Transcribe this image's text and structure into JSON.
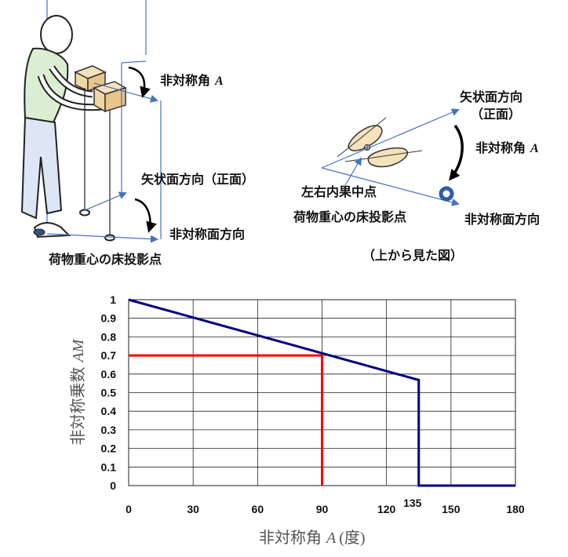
{
  "left_figure": {
    "asymmetry_angle_label": "非対称角",
    "angle_symbol": "A",
    "sagittal_label": "矢状面方向（正面）",
    "asymmetric_plane_label": "非対称面方向",
    "load_projection_label": "荷物重心の床投影点"
  },
  "right_figure": {
    "sagittal_label_line1": "矢状面方向",
    "sagittal_label_line2": "（正面）",
    "asymmetry_angle_label": "非対称角",
    "angle_symbol": "A",
    "ankle_midpoint_label": "左右内果中点",
    "load_projection_label": "荷物重心の床投影点",
    "asymmetric_plane_label": "非対称面方向",
    "caption": "（上から見た図）"
  },
  "chart_data": {
    "type": "line",
    "x_tick_labels": [
      "0",
      "30",
      "60",
      "90",
      "120",
      "135",
      "150",
      "180"
    ],
    "y_tick_labels": [
      "0",
      "0.1",
      "0.2",
      "0.3",
      "0.4",
      "0.5",
      "0.6",
      "0.7",
      "0.8",
      "0.9",
      "1"
    ],
    "xlabel": "非対称角",
    "xlabel_symbol": "A",
    "xlabel_unit": "(度)",
    "ylabel": "非対称乗数",
    "ylabel_symbol": "AM",
    "xlim": [
      0,
      180
    ],
    "ylim": [
      0,
      1
    ],
    "grid": true,
    "series": [
      {
        "color": "#000080",
        "x": [
          0,
          135,
          135,
          180
        ],
        "y": [
          1.0,
          0.568,
          0,
          0
        ]
      }
    ],
    "highlight": {
      "color": "#ff0000",
      "x": 90,
      "y": 0.7
    }
  }
}
